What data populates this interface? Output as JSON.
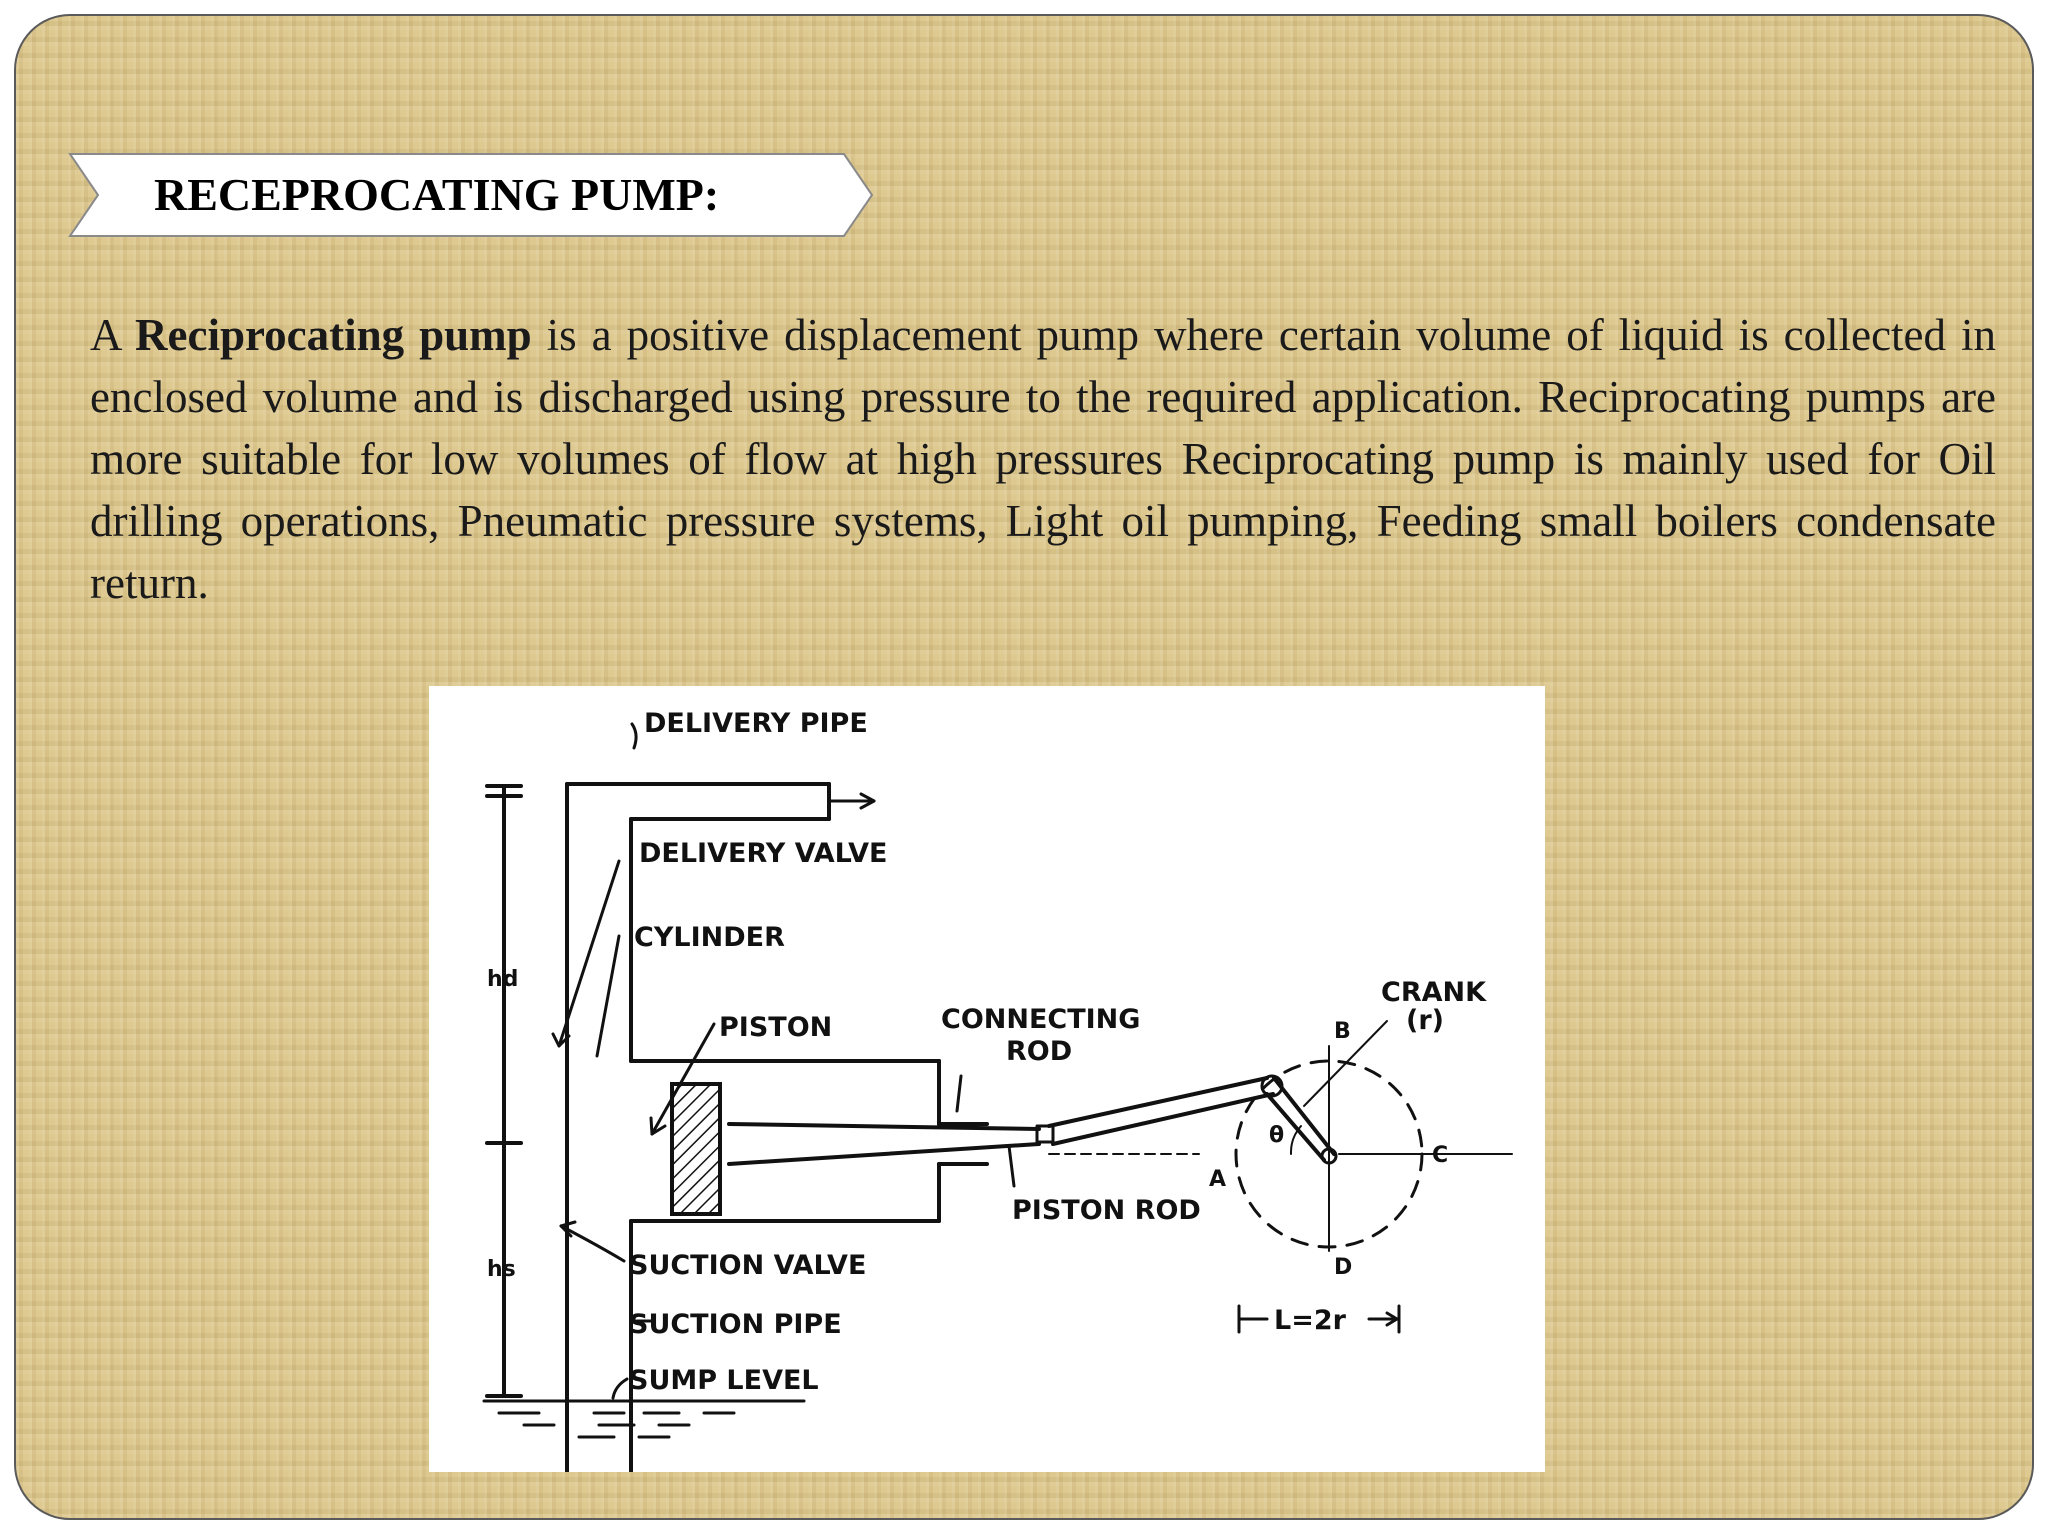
{
  "slide": {
    "title": "RECEPROCATING PUMP:",
    "paragraph": {
      "lead": "A ",
      "term": "Reciprocating pump",
      "rest": " is a positive displacement pump where certain volume of liquid is collected in enclosed volume and is discharged using pressure to the required application. Reciprocating pumps are more suitable for low volumes of flow at high pressures Reciprocating pump is mainly used for Oil drilling operations, Pneumatic pressure systems,  Light oil pumping, Feeding small boilers condensate return."
    }
  },
  "diagram": {
    "labels": {
      "delivery_pipe": "DELIVERY PIPE",
      "delivery_valve": "DELIVERY VALVE",
      "cylinder": "CYLINDER",
      "piston": "PISTON",
      "connecting_rod_line1": "CONNECTING",
      "connecting_rod_line2": "ROD",
      "crank_line1": "CRANK",
      "crank_line2": "(r)",
      "piston_rod": "PISTON ROD",
      "suction_valve": "SUCTION VALVE",
      "suction_pipe": "SUCTION PIPE",
      "sump_level": "SUMP LEVEL",
      "hd": "hd",
      "hs": "hs",
      "point_a": "A",
      "point_b": "B",
      "point_c": "C",
      "point_d": "D",
      "theta": "θ",
      "stroke": "L=2r"
    }
  }
}
